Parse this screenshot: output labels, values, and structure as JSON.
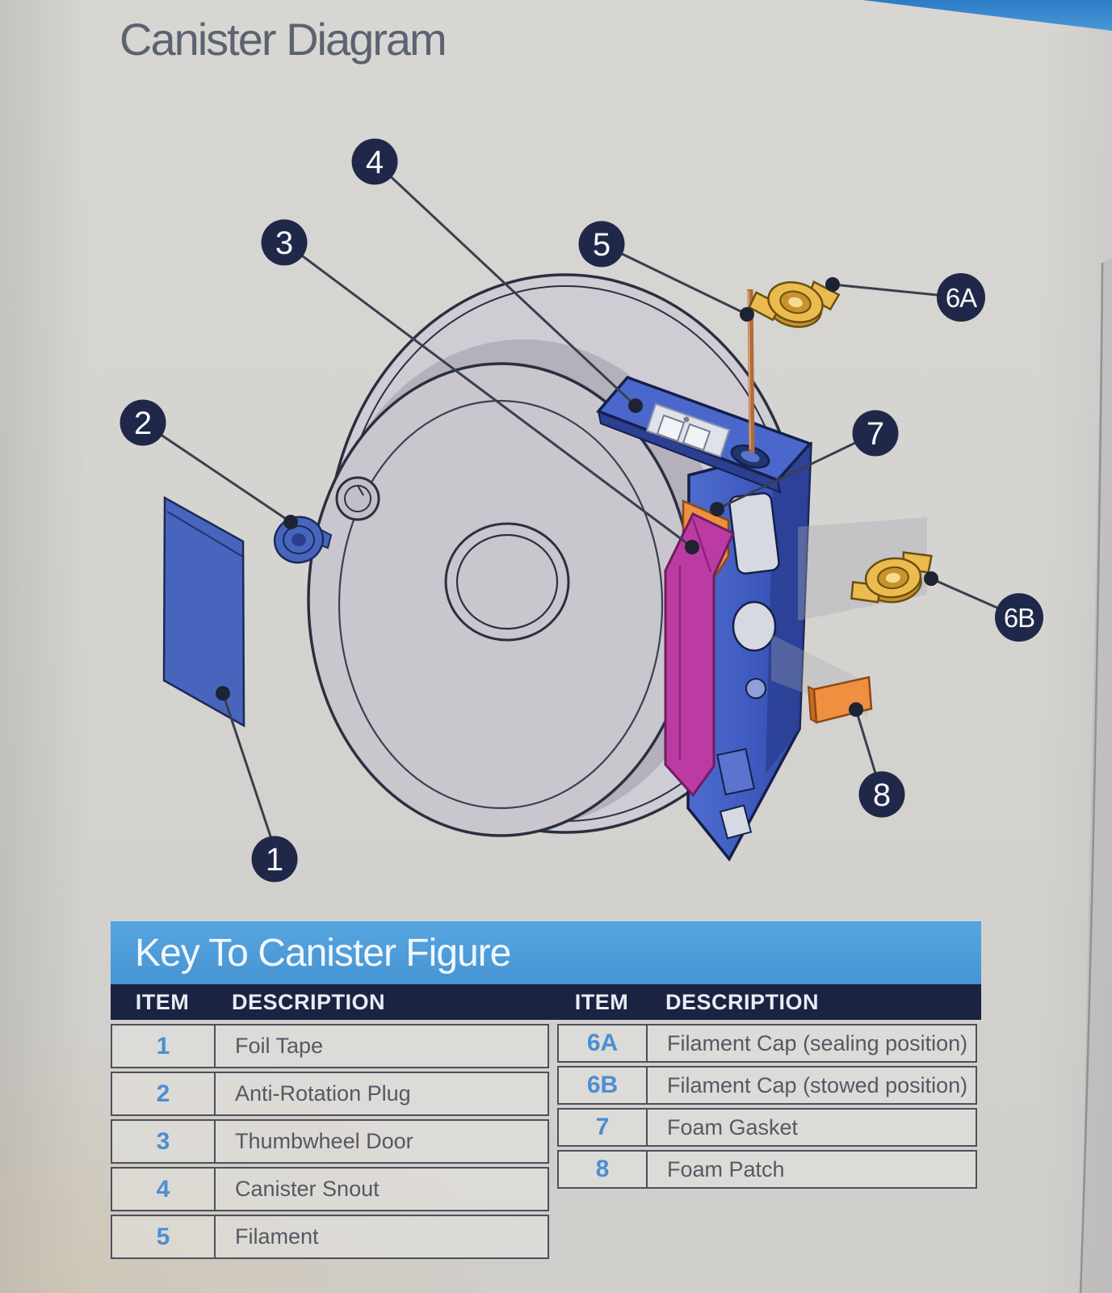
{
  "page": {
    "title": "Canister Diagram"
  },
  "key_table": {
    "title": "Key To Canister Figure",
    "headers": {
      "item_left": "ITEM",
      "desc_left": "DESCRIPTION",
      "item_right": "ITEM",
      "desc_right": "DESCRIPTION"
    },
    "left_rows": [
      {
        "item": "1",
        "description": "Foil Tape"
      },
      {
        "item": "2",
        "description": "Anti-Rotation Plug"
      },
      {
        "item": "3",
        "description": "Thumbwheel Door"
      },
      {
        "item": "4",
        "description": "Canister Snout"
      },
      {
        "item": "5",
        "description": "Filament"
      }
    ],
    "right_rows": [
      {
        "item": "6A",
        "description": "Filament Cap (sealing position)"
      },
      {
        "item": "6B",
        "description": "Filament Cap (stowed position)"
      },
      {
        "item": "7",
        "description": "Foam Gasket"
      },
      {
        "item": "8",
        "description": "Foam Patch"
      }
    ]
  },
  "diagram": {
    "callouts": {
      "c1": "1",
      "c2": "2",
      "c3": "3",
      "c4": "4",
      "c5": "5",
      "c6a": "6A",
      "c6b": "6B",
      "c7": "7",
      "c8": "8"
    }
  },
  "colors": {
    "banner_blue": "#4d9cda",
    "header_navy": "#1b2342",
    "badge_navy": "#202849",
    "item_number_blue": "#4a8fd2",
    "snout_blue": "#3d59bd",
    "door_magenta": "#bc3ba2",
    "accent_orange": "#ef8f40",
    "cap_yellow": "#ecbb4f",
    "tape_blue": "#4865bd"
  }
}
